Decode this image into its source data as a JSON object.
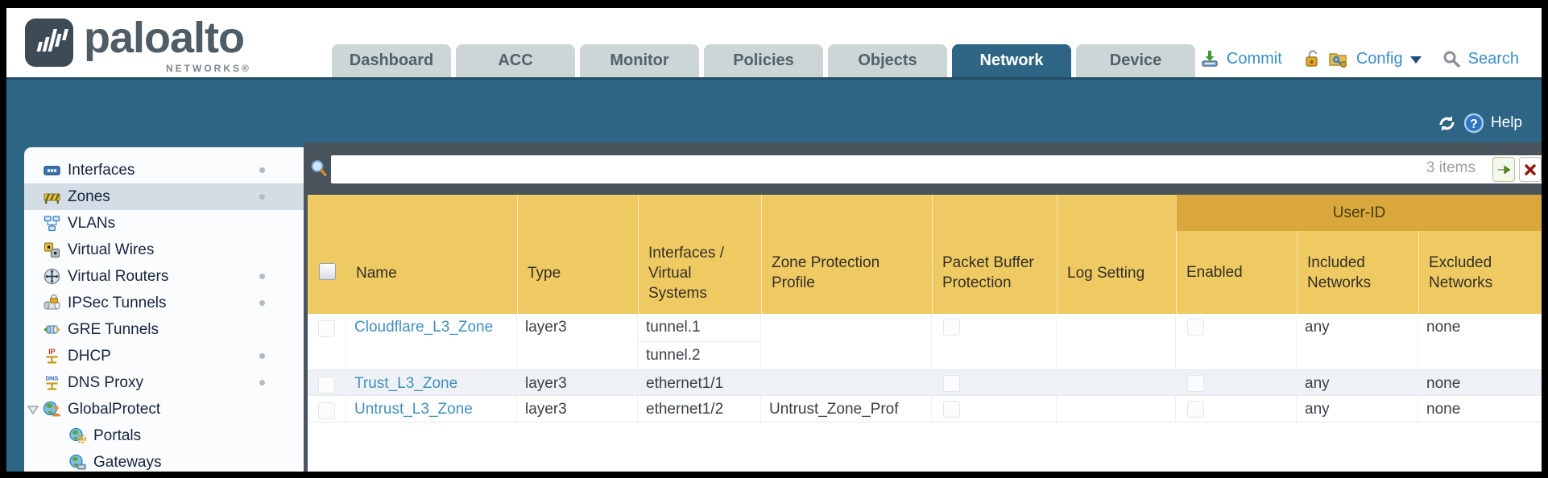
{
  "brand": {
    "name": "paloalto",
    "subtitle": "NETWORKS®"
  },
  "nav": {
    "tabs": [
      {
        "label": "Dashboard",
        "active": false
      },
      {
        "label": "ACC",
        "active": false
      },
      {
        "label": "Monitor",
        "active": false
      },
      {
        "label": "Policies",
        "active": false
      },
      {
        "label": "Objects",
        "active": false
      },
      {
        "label": "Network",
        "active": true
      },
      {
        "label": "Device",
        "active": false
      }
    ],
    "actions": {
      "commit_label": "Commit",
      "config_label": "Config",
      "search_label": "Search"
    }
  },
  "header_bar": {
    "help_label": "Help"
  },
  "sidebar": {
    "selected": "Zones",
    "items": [
      {
        "label": "Interfaces",
        "icon": "interfaces-icon",
        "level": 0,
        "selected": false,
        "dot": true
      },
      {
        "label": "Zones",
        "icon": "zones-icon",
        "level": 0,
        "selected": true,
        "dot": true
      },
      {
        "label": "VLANs",
        "icon": "vlans-icon",
        "level": 0,
        "selected": false,
        "dot": false
      },
      {
        "label": "Virtual Wires",
        "icon": "virtual-wires-icon",
        "level": 0,
        "selected": false,
        "dot": false
      },
      {
        "label": "Virtual Routers",
        "icon": "virtual-routers-icon",
        "level": 0,
        "selected": false,
        "dot": true
      },
      {
        "label": "IPSec Tunnels",
        "icon": "ipsec-tunnels-icon",
        "level": 0,
        "selected": false,
        "dot": true
      },
      {
        "label": "GRE Tunnels",
        "icon": "gre-tunnels-icon",
        "level": 0,
        "selected": false,
        "dot": false
      },
      {
        "label": "DHCP",
        "icon": "dhcp-icon",
        "level": 0,
        "selected": false,
        "dot": true
      },
      {
        "label": "DNS Proxy",
        "icon": "dns-proxy-icon",
        "level": 0,
        "selected": false,
        "dot": true
      },
      {
        "label": "GlobalProtect",
        "icon": "globalprotect-icon",
        "level": 0,
        "selected": false,
        "dot": false,
        "expanded": true
      },
      {
        "label": "Portals",
        "icon": "portals-icon",
        "level": 1,
        "selected": false,
        "dot": false
      },
      {
        "label": "Gateways",
        "icon": "gateways-icon",
        "level": 1,
        "selected": false,
        "dot": false
      }
    ]
  },
  "filter_bar": {
    "query_value": "",
    "items_count": "3 items"
  },
  "table": {
    "group_header": "User-ID",
    "columns": [
      "Name",
      "Type",
      "Interfaces / Virtual Systems",
      "Zone Protection Profile",
      "Packet Buffer Protection",
      "Log Setting",
      "Enabled",
      "Included Networks",
      "Excluded Networks"
    ],
    "rows": [
      {
        "name": "Cloudflare_L3_Zone",
        "type": "layer3",
        "interfaces": [
          "tunnel.1",
          "tunnel.2"
        ],
        "zone_protection_profile": "",
        "packet_buffer_protection": false,
        "log_setting": "",
        "user_id_enabled": false,
        "included_networks": "any",
        "excluded_networks": "none"
      },
      {
        "name": "Trust_L3_Zone",
        "type": "layer3",
        "interfaces": [
          "ethernet1/1"
        ],
        "zone_protection_profile": "",
        "packet_buffer_protection": false,
        "log_setting": "",
        "user_id_enabled": false,
        "included_networks": "any",
        "excluded_networks": "none"
      },
      {
        "name": "Untrust_L3_Zone",
        "type": "layer3",
        "interfaces": [
          "ethernet1/2"
        ],
        "zone_protection_profile": "Untrust_Zone_Prof",
        "packet_buffer_protection": false,
        "log_setting": "",
        "user_id_enabled": false,
        "included_networks": "any",
        "excluded_networks": "none"
      }
    ]
  },
  "colors": {
    "top_banner": "#2e6584",
    "table_header": "#efca62",
    "group_header_band": "#d9a73c",
    "link_blue": "#3a8fc8",
    "row_link_blue": "#3f8fbc",
    "selected_nav_bg": "#d2dde5",
    "filter_bar_bg": "#49535b",
    "inactive_tab_bg": "#ccd6d6"
  }
}
